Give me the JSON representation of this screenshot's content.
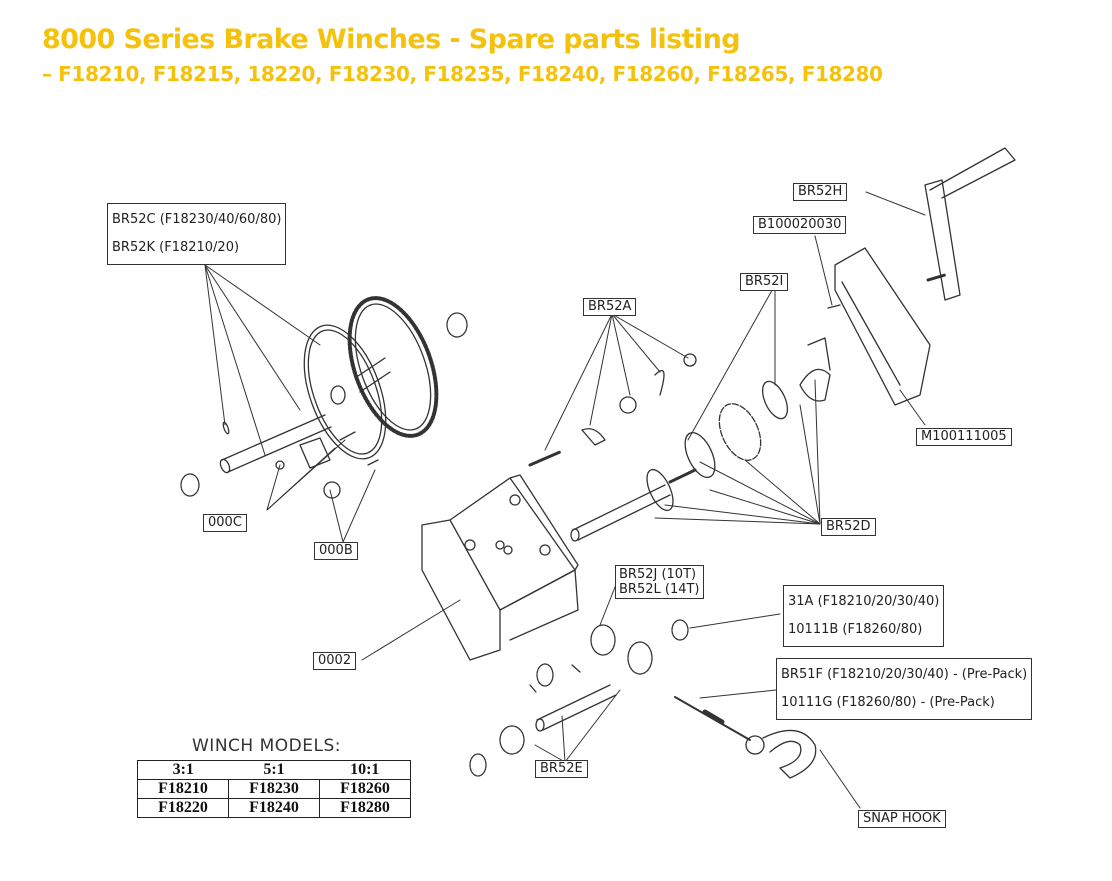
{
  "header": {
    "title": "8000 Series Brake Winches - Spare parts listing",
    "subtitle": "– F18210, F18215, 18220, F18230, F18235, F18240, F18260, F18265, F18280",
    "title_color": "#f4c20d"
  },
  "labels": {
    "br52c": "BR52C (F18230/40/60/80)",
    "br52k": "BR52K (F18210/20)",
    "br52h": "BR52H",
    "b100020030": "B100020030",
    "br52i": "BR52I",
    "br52a": "BR52A",
    "m100111005": "M100111005",
    "c000": "000C",
    "b000": "000B",
    "br52d": "BR52D",
    "br52j": "BR52J (10T)",
    "br52l": "BR52L (14T)",
    "a31": "31A (F18210/20/30/40)",
    "b10111": "10111B (F18260/80)",
    "br51f": "BR51F  (F18210/20/30/40) - (Pre-Pack)",
    "g10111": "10111G (F18260/80) - (Pre-Pack)",
    "p0002": "0002",
    "br52e": "BR52E",
    "snap_hook": "SNAP HOOK"
  },
  "models": {
    "heading": "WINCH MODELS:",
    "columns": [
      "3:1",
      "5:1",
      "10:1"
    ],
    "rows": [
      [
        "F18210",
        "F18230",
        "F18260"
      ],
      [
        "F18220",
        "F18240",
        "F18280"
      ]
    ]
  }
}
